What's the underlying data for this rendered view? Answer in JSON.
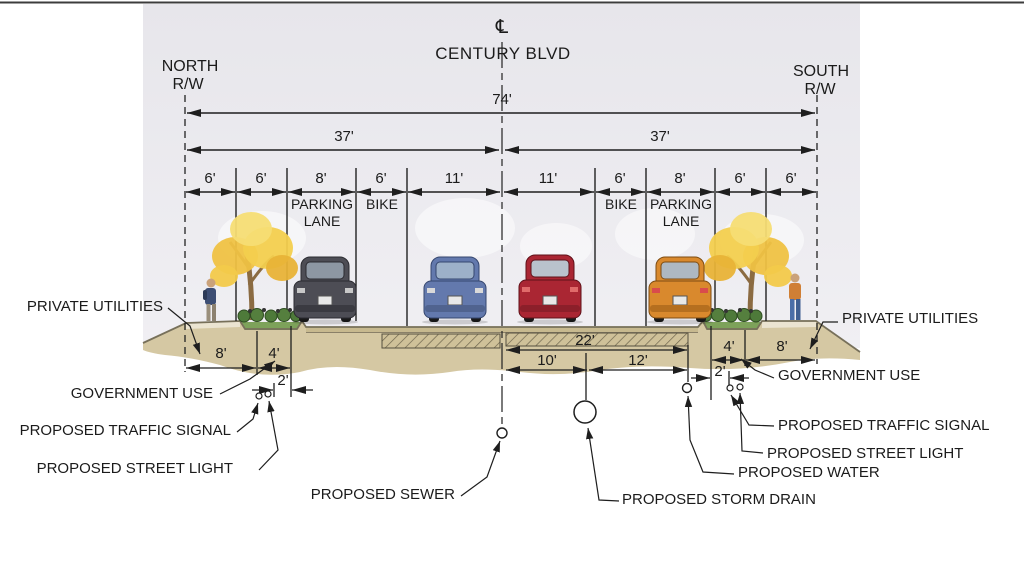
{
  "header": {
    "centerline_symbol": "℄",
    "road_name": "CENTURY BLVD",
    "north_rw_line1": "NORTH",
    "north_rw_line2": "R/W",
    "south_rw_line1": "SOUTH",
    "south_rw_line2": "R/W"
  },
  "dims": {
    "total": "74'",
    "left_half": "37'",
    "right_half": "37'",
    "segments": [
      "6'",
      "6'",
      "8'",
      "6'",
      "11'",
      "11'",
      "6'",
      "8'",
      "6'",
      "6'"
    ],
    "lane_labels": {
      "left_parking_1": "PARKING",
      "left_parking_2": "LANE",
      "left_bike": "BIKE",
      "right_bike": "BIKE",
      "right_parking_1": "PARKING",
      "right_parking_2": "LANE"
    },
    "underground": {
      "left_8": "8'",
      "left_4": "4'",
      "left_2": "2'",
      "center_22": "22'",
      "center_10": "10'",
      "center_12": "12'",
      "right_4": "4'",
      "right_8": "8'",
      "right_2": "2'"
    }
  },
  "callouts": {
    "left": {
      "private_utilities": "PRIVATE UTILITIES",
      "government_use": "GOVERNMENT USE",
      "traffic_signal": "PROPOSED TRAFFIC SIGNAL",
      "street_light": "PROPOSED STREET LIGHT",
      "sewer": "PROPOSED SEWER"
    },
    "right": {
      "private_utilities": "PRIVATE UTILITIES",
      "government_use": "GOVERNMENT USE",
      "traffic_signal": "PROPOSED TRAFFIC SIGNAL",
      "street_light": "PROPOSED STREET LIGHT",
      "water": "PROPOSED WATER",
      "storm_drain": "PROPOSED STORM DRAIN"
    }
  },
  "colors": {
    "sky": "#eaeaee",
    "ground": "#d5c8a3",
    "road": "#c7b98f",
    "tree_foliage": "#f0c945",
    "car_parked_north": "#4d4d55",
    "car_travel_north": "#6379ad",
    "car_travel_south": "#aa2633",
    "car_parked_south": "#d9892d",
    "line": "#1e1e1e"
  }
}
